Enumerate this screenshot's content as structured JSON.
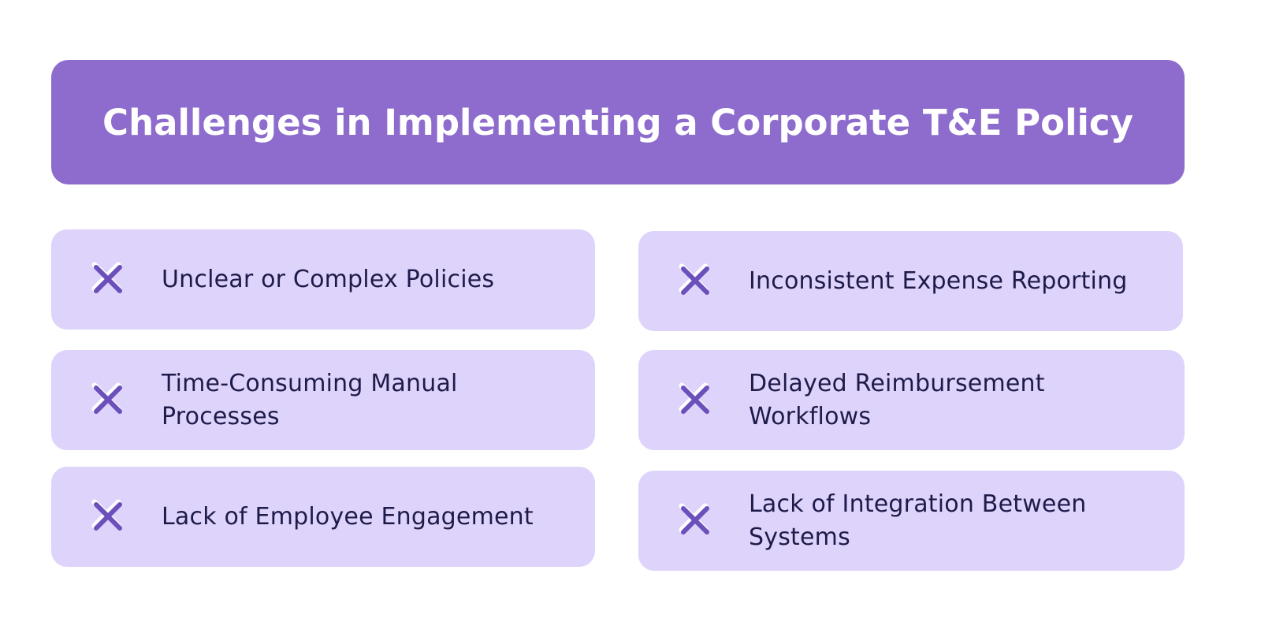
{
  "header": {
    "title": "Challenges in Implementing a Corporate T&E Policy"
  },
  "challenges": [
    {
      "label": "Unclear or Complex Policies",
      "icon": "close-x-icon"
    },
    {
      "label": "Inconsistent Expense Reporting",
      "icon": "close-x-icon"
    },
    {
      "label": "Time-Consuming Manual Processes",
      "icon": "close-x-icon"
    },
    {
      "label": "Delayed Reimbursement Workflows",
      "icon": "close-x-icon"
    },
    {
      "label": "Lack of Employee Engagement",
      "icon": "close-x-icon"
    },
    {
      "label": "Lack of Integration Between Systems",
      "icon": "close-x-icon"
    }
  ],
  "colors": {
    "header_bg": "#8d6ccd",
    "card_bg": "#ded4fb",
    "icon": "#6b4fbb",
    "icon_shadow": "#ffffff",
    "text": "#1e1b4b"
  }
}
